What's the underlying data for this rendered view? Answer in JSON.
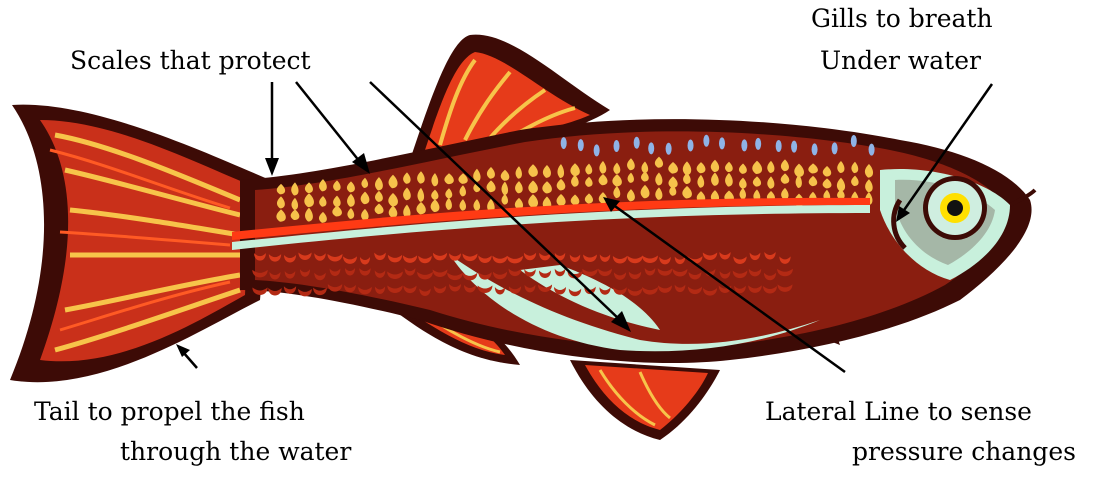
{
  "labels": {
    "scales": "Scales that protect",
    "gills_line1": "Gills to breath",
    "gills_line2": "Under water",
    "tail_line1": "Tail to propel the fish",
    "tail_line2": "through the water",
    "lateral_line1": "Lateral Line to sense",
    "lateral_line2": "pressure changes"
  },
  "colors": {
    "body_outline": "#3d0b06",
    "body_main": "#8a1e10",
    "lateral_stripe": "#ff3a14",
    "belly": "#c8f0dc",
    "scale_yellow": "#f6c24b",
    "scale_blue": "#8fb3e6",
    "fin_red": "#f0401a",
    "fin_yellow": "#f7c44a",
    "eye_ring": "#cfeee0",
    "pupil": "#111111",
    "iris": "#ffe000"
  }
}
